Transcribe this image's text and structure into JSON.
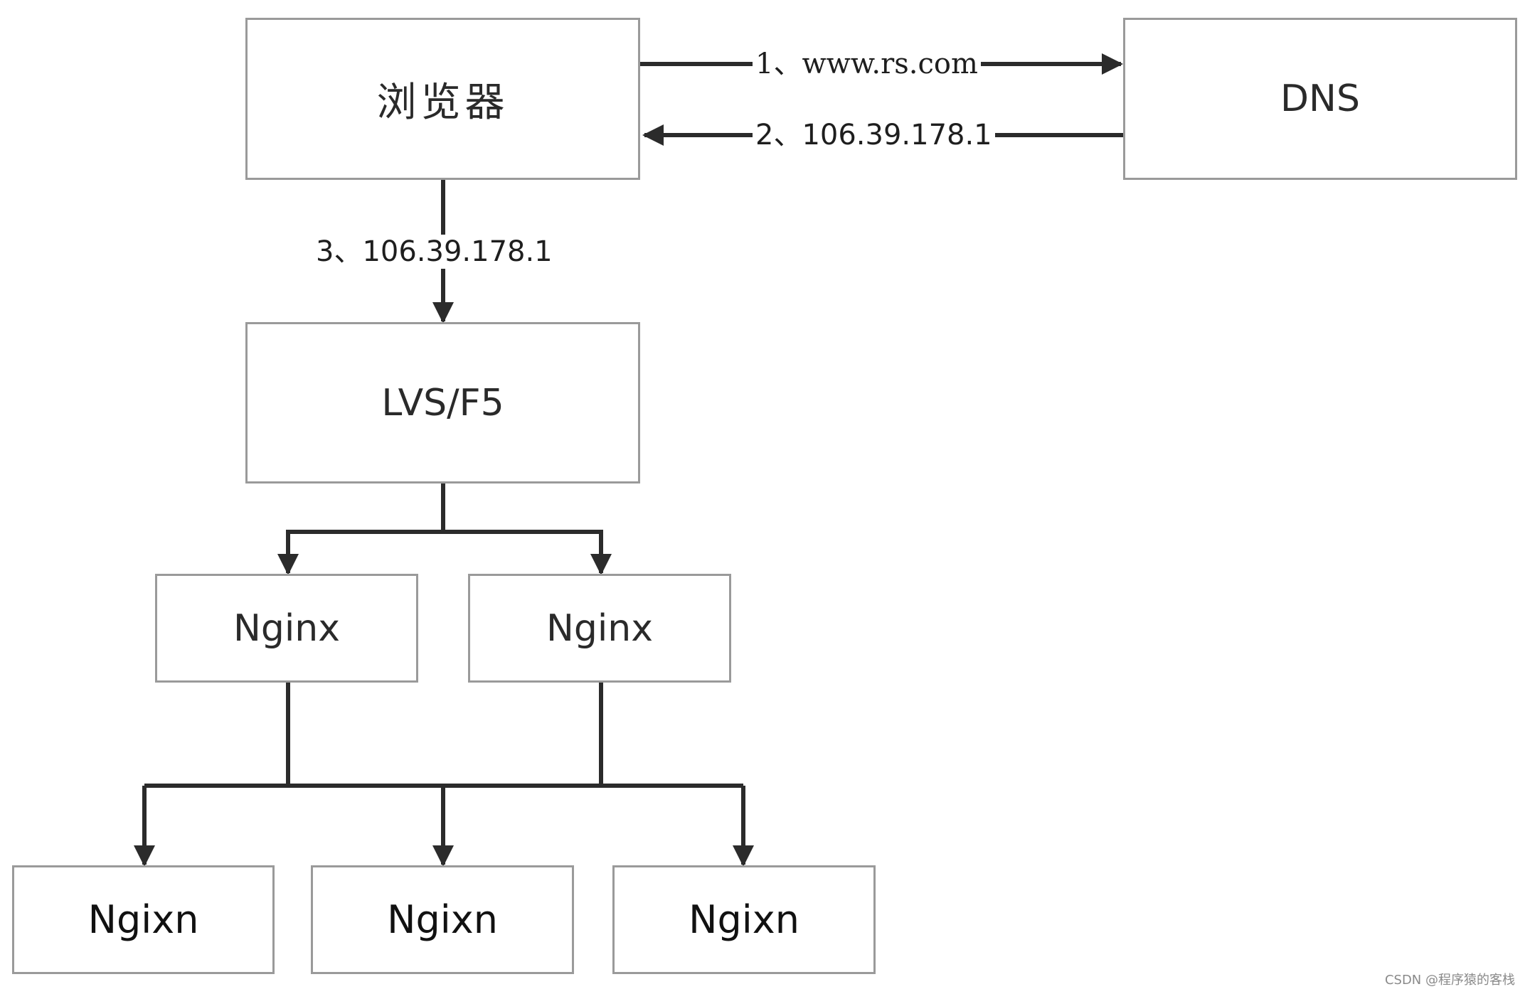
{
  "nodes": {
    "browser": "浏览器",
    "dns": "DNS",
    "lvs": "LVS/F5",
    "nginx_1": "Nginx",
    "nginx_2": "Nginx",
    "ngixn_1": "Ngixn",
    "ngixn_2": "Ngixn",
    "ngixn_3": "Ngixn"
  },
  "edges": {
    "step1": "1、www.rs.com",
    "step2": "2、106.39.178.1",
    "step3": "3、106.39.178.1"
  },
  "watermark": "CSDN @程序猿的客栈",
  "colors": {
    "line": "#2b2b2b",
    "box_border": "#9a9a9a"
  }
}
